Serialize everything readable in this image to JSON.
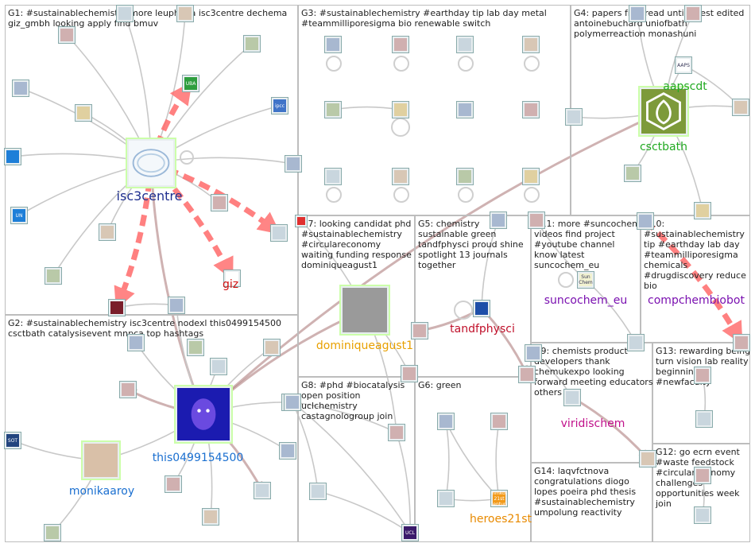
{
  "groups": [
    {
      "id": "g1",
      "label": "G1: #sustainablechemistry more leuphana isc3centre dechema giz_gmbh looking apply find bmuv"
    },
    {
      "id": "g2",
      "label": "G2: #sustainablechemistry isc3centre nodexl this0499154500 csctbath catalysisevent mnpca top hashtags"
    },
    {
      "id": "g3",
      "label": "G3: #sustainablechemistry #earthday tip lab day metal #teammilliporesigma bio renewable switch"
    },
    {
      "id": "g4",
      "label": "G4: papers free read until guest edited antoinebuchard uniofbath polymerreaction monashuni"
    },
    {
      "id": "g7",
      "label": "G7: looking candidat phd #sustainablechemistry #circulareconomy waiting funding response dominiqueagust1"
    },
    {
      "id": "g5",
      "label": "G5: chemistry sustainable green tandfphysci proud shine spotlight 13 journals together"
    },
    {
      "id": "g11",
      "label": "G11: more #suncochem videos find project #youtube channel know latest suncochem_eu"
    },
    {
      "id": "g10",
      "label": "G10: #sustainablechemistry tip #earthday lab day #teammilliporesigma chemicals #drugdiscovery reduce bio"
    },
    {
      "id": "g9",
      "label": "G9: chemists product developers thank chemukexpo looking forward meeting educators others"
    },
    {
      "id": "g13",
      "label": "G13: rewarding being turn vision lab reality beginning #newfaculty"
    },
    {
      "id": "g8",
      "label": "G8: #phd #biocatalysis open position uclchemistry castagnologroup join"
    },
    {
      "id": "g6",
      "label": "G6: green"
    },
    {
      "id": "g12",
      "label": "G12: go ecrn event #waste feedstock #circulareconomy challenges opportunities week join"
    },
    {
      "id": "g14",
      "label": "G14: laqvfctnova congratulations diogo lopes poeira phd thesis #sustainablechemistry umpolung reactivity"
    }
  ],
  "labeled_nodes": [
    {
      "id": "isc3centre",
      "label": "isc3centre",
      "color": "#1f2f8f"
    },
    {
      "id": "this0499154500",
      "label": "this0499154500",
      "color": "#1a6fd0"
    },
    {
      "id": "monikaaroy",
      "label": "monikaaroy",
      "color": "#1a6fd0"
    },
    {
      "id": "giz",
      "label": "giz",
      "color": "#d01010"
    },
    {
      "id": "aapscdt",
      "label": "aapscdt",
      "color": "#22aa22"
    },
    {
      "id": "csctbath",
      "label": "csctbath",
      "color": "#22aa22"
    },
    {
      "id": "dominiqueagust1",
      "label": "dominiqueagust1",
      "color": "#e8a000"
    },
    {
      "id": "tandfphysci",
      "label": "tandfphysci",
      "color": "#c0102a"
    },
    {
      "id": "suncochem_eu",
      "label": "suncochem_eu",
      "color": "#7a10b0"
    },
    {
      "id": "compchembiobot",
      "label": "compchembiobot",
      "color": "#7a10b0"
    },
    {
      "id": "viridischem",
      "label": "viridischem",
      "color": "#c0108a"
    },
    {
      "id": "heroes21st",
      "label": "heroes21st",
      "color": "#e88a00"
    }
  ],
  "node_tiles": {
    "uba": "UBA",
    "ipcc": "ipcc",
    "un": "UN",
    "sot": "SOT",
    "sunco": "Sun Chem",
    "mmkos": "mmkos 21st Century",
    "aaps": "AAPS",
    "ucl": "UCL"
  },
  "colors": {
    "edge": "#c8c8c8",
    "edge_strong": "#b08080",
    "red_edge": "#ff6b6b",
    "border": "#bdbdbd"
  }
}
